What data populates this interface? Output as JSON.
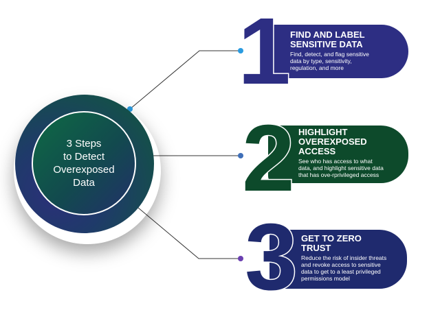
{
  "hub": {
    "title": "3 Steps\nto Detect\nOverexposed\nData"
  },
  "steps": [
    {
      "number": "1",
      "title": "FIND AND LABEL\nSENSITIVE DATA",
      "description": "Find, detect, and flag sensitive\ndata by type, sensitivity,\nregulation, and more",
      "color": "#2d2e83"
    },
    {
      "number": "2",
      "title": "HIGHLIGHT\nOVEREXPOSED\nACCESS",
      "description": "See who has access to what\ndata, and highlight sensitive data\nthat has ove-rprivileged access",
      "color": "#0d4a2b"
    },
    {
      "number": "3",
      "title": "GET TO ZERO\nTRUST",
      "description": "Reduce the risk of insider threats\nand revoke access to sensitive\ndata to get to a least privileged\npermissions model",
      "color": "#1f2a6e"
    }
  ],
  "colors": {
    "connector_line": "#333333",
    "dot_blue": "#2a9be0",
    "dot_steel": "#3f6fb8",
    "dot_purple": "#6a3fb0"
  }
}
